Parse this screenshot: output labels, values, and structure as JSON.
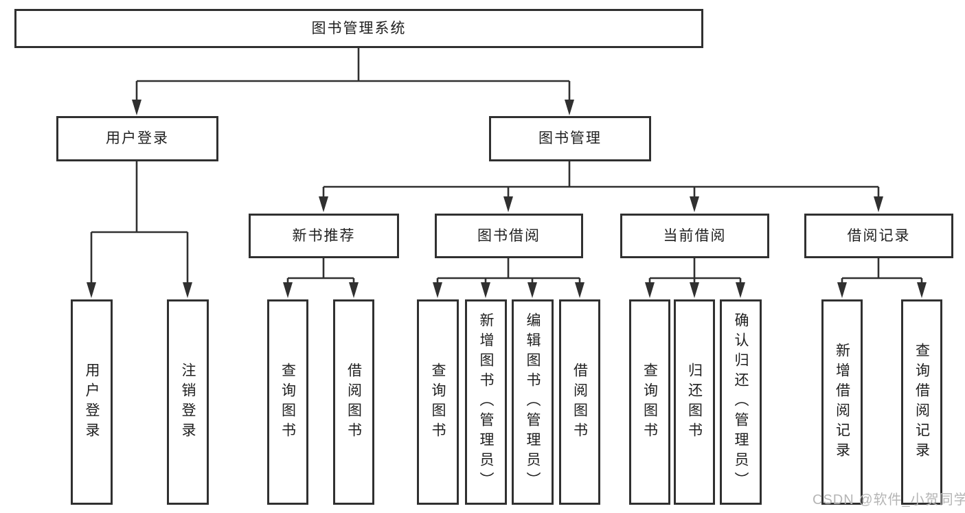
{
  "tree": {
    "root": {
      "label": "图书管理系统"
    },
    "level2": [
      {
        "label": "用户登录"
      },
      {
        "label": "图书管理"
      }
    ],
    "level3": [
      {
        "label": "新书推荐"
      },
      {
        "label": "图书借阅"
      },
      {
        "label": "当前借阅"
      },
      {
        "label": "借阅记录"
      }
    ],
    "leaves": {
      "user_login": [
        {
          "label": "用户登录"
        },
        {
          "label": "注销登录"
        }
      ],
      "new_book": [
        {
          "label": "查询图书"
        },
        {
          "label": "借阅图书"
        }
      ],
      "book_borrow": [
        {
          "label": "查询图书"
        },
        {
          "label": "新增图书（管理员）"
        },
        {
          "label": "编辑图书（管理员）"
        },
        {
          "label": "借阅图书"
        }
      ],
      "current_borrow": [
        {
          "label": "查询图书"
        },
        {
          "label": "归还图书"
        },
        {
          "label": "确认归还（管理员）"
        }
      ],
      "borrow_record": [
        {
          "label": "新增借阅记录"
        },
        {
          "label": "查询借阅记录"
        }
      ]
    }
  },
  "watermark": {
    "text": "CSDN @软件_小贺同学"
  },
  "colors": {
    "line": "#303030",
    "text": "#1f1f1f",
    "watermark": "#b5b5b5",
    "background": "#ffffff"
  }
}
